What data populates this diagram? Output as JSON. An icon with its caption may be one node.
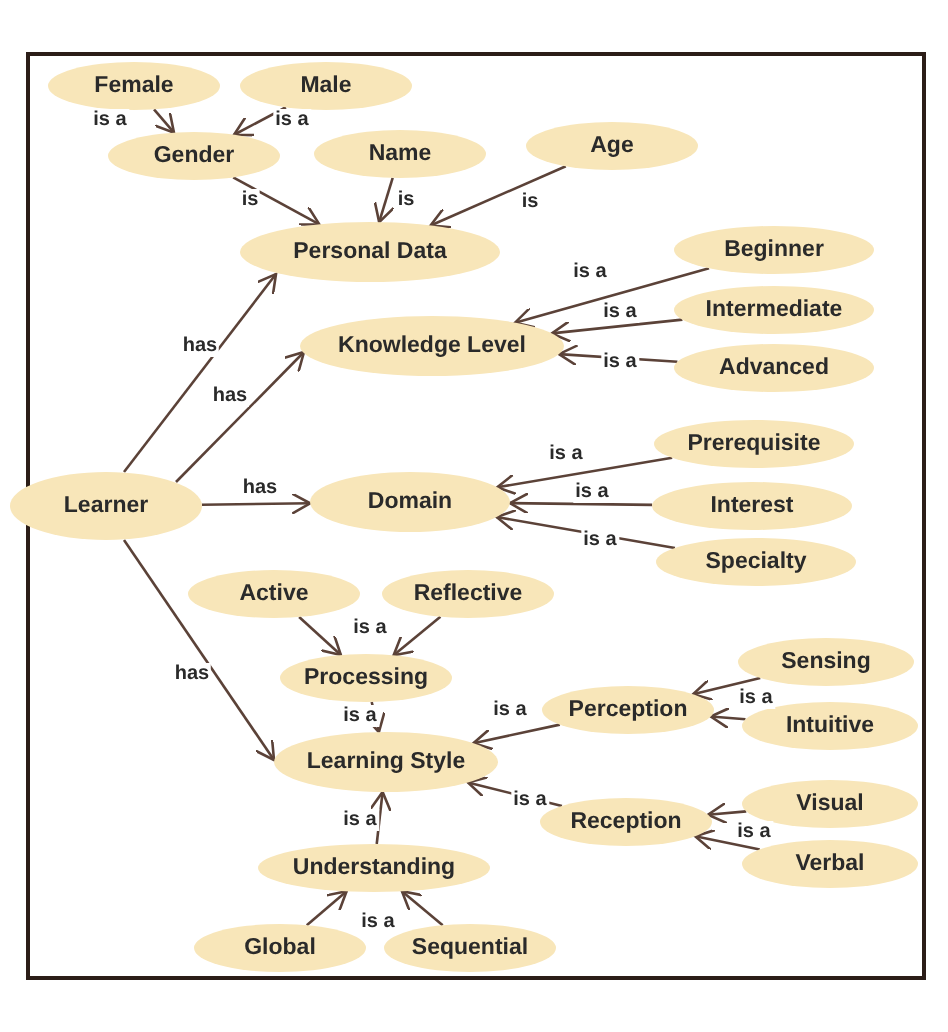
{
  "diagram": {
    "nodes": [
      {
        "text": [
          "Female"
        ]
      },
      {
        "text": [
          "Male"
        ]
      },
      {
        "text": [
          "Gender"
        ]
      },
      {
        "text": [
          "Name"
        ]
      },
      {
        "text": [
          "Age"
        ]
      },
      {
        "text": [
          "Personal Data"
        ]
      },
      {
        "text": [
          "Beginner"
        ]
      },
      {
        "text": [
          "Intermediate"
        ]
      },
      {
        "text": [
          "Advanced"
        ]
      },
      {
        "text": [
          "Knowledge Level"
        ]
      },
      {
        "text": [
          "Learner"
        ]
      },
      {
        "text": [
          "Domain"
        ]
      },
      {
        "text": [
          "Prerequisite"
        ]
      },
      {
        "text": [
          "Interest"
        ]
      },
      {
        "text": [
          "Specialty"
        ]
      },
      {
        "text": [
          "Active"
        ]
      },
      {
        "text": [
          "Reflective"
        ]
      },
      {
        "text": [
          "Processing"
        ]
      },
      {
        "text": [
          "Perception"
        ]
      },
      {
        "text": [
          "Sensing"
        ]
      },
      {
        "text": [
          "Intuitive"
        ]
      },
      {
        "text": [
          "Learning Style"
        ]
      },
      {
        "text": [
          "Reception"
        ]
      },
      {
        "text": [
          "Visual"
        ]
      },
      {
        "text": [
          "Verbal"
        ]
      },
      {
        "text": [
          "Understanding"
        ]
      },
      {
        "text": [
          "Global"
        ]
      },
      {
        "text": [
          "Sequential"
        ]
      }
    ],
    "edges": [
      {
        "from": 0,
        "to": 2,
        "arrow": "to",
        "label": "is a"
      },
      {
        "from": 1,
        "to": 2,
        "arrow": "to",
        "label": "is a"
      },
      {
        "from": 2,
        "to": 5,
        "arrow": "to",
        "label": "is"
      },
      {
        "from": 3,
        "to": 5,
        "arrow": "to",
        "label": "is"
      },
      {
        "from": 4,
        "to": 5,
        "arrow": "to",
        "label": "is"
      },
      {
        "from": 10,
        "to": 5,
        "arrow": "to",
        "label": "has"
      },
      {
        "from": 10,
        "to": 9,
        "arrow": "to",
        "label": "has"
      },
      {
        "from": 10,
        "to": 11,
        "arrow": "to",
        "label": "has"
      },
      {
        "from": 10,
        "to": 21,
        "arrow": "to",
        "label": "has"
      },
      {
        "from": 6,
        "to": 9,
        "arrow": "to",
        "label": "is a"
      },
      {
        "from": 7,
        "to": 9,
        "arrow": "to",
        "label": "is a"
      },
      {
        "from": 8,
        "to": 9,
        "arrow": "to",
        "label": "is a"
      },
      {
        "from": 12,
        "to": 11,
        "arrow": "to",
        "label": "is a"
      },
      {
        "from": 13,
        "to": 11,
        "arrow": "to",
        "label": "is a"
      },
      {
        "from": 14,
        "to": 11,
        "arrow": "to",
        "label": "is a"
      },
      {
        "from": 15,
        "to": 17,
        "arrow": "to",
        "label": "is a"
      },
      {
        "from": 16,
        "to": 17,
        "arrow": "to"
      },
      {
        "from": 17,
        "to": 21,
        "arrow": "to",
        "label": "is a"
      },
      {
        "from": 18,
        "to": 21,
        "arrow": "to",
        "label": "is a"
      },
      {
        "from": 19,
        "to": 18,
        "arrow": "to",
        "label": "is a"
      },
      {
        "from": 20,
        "to": 18,
        "arrow": "to"
      },
      {
        "from": 22,
        "to": 21,
        "arrow": "to",
        "label": "is a"
      },
      {
        "from": 23,
        "to": 22,
        "arrow": "to",
        "label": "is a"
      },
      {
        "from": 24,
        "to": 22,
        "arrow": "to"
      },
      {
        "from": 25,
        "to": 21,
        "arrow": "to",
        "label": "is a"
      },
      {
        "from": 26,
        "to": 25,
        "arrow": "to",
        "label": "is a"
      },
      {
        "from": 27,
        "to": 25,
        "arrow": "to"
      }
    ]
  }
}
